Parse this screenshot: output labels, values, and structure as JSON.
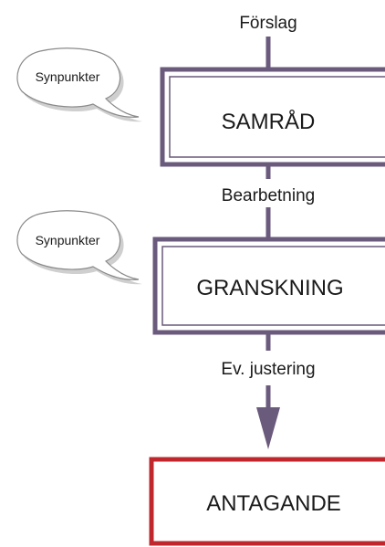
{
  "flow": {
    "start_label": "Förslag",
    "stages": [
      {
        "title": "SAMRÅD",
        "comment": "Synpunkter",
        "after_label": "Bearbetning"
      },
      {
        "title": "GRANSKNING",
        "comment": "Synpunkter",
        "after_label": "Ev. justering"
      },
      {
        "title": "ANTAGANDE"
      }
    ]
  },
  "colors": {
    "connector": "#6a5a7c",
    "stage_border": "#6a5a7c",
    "final_border": "#c0272d",
    "bubble_fill": "#ffffff",
    "bubble_stroke": "#8a8a8a",
    "bubble_shadow": "#cfcfcf"
  }
}
